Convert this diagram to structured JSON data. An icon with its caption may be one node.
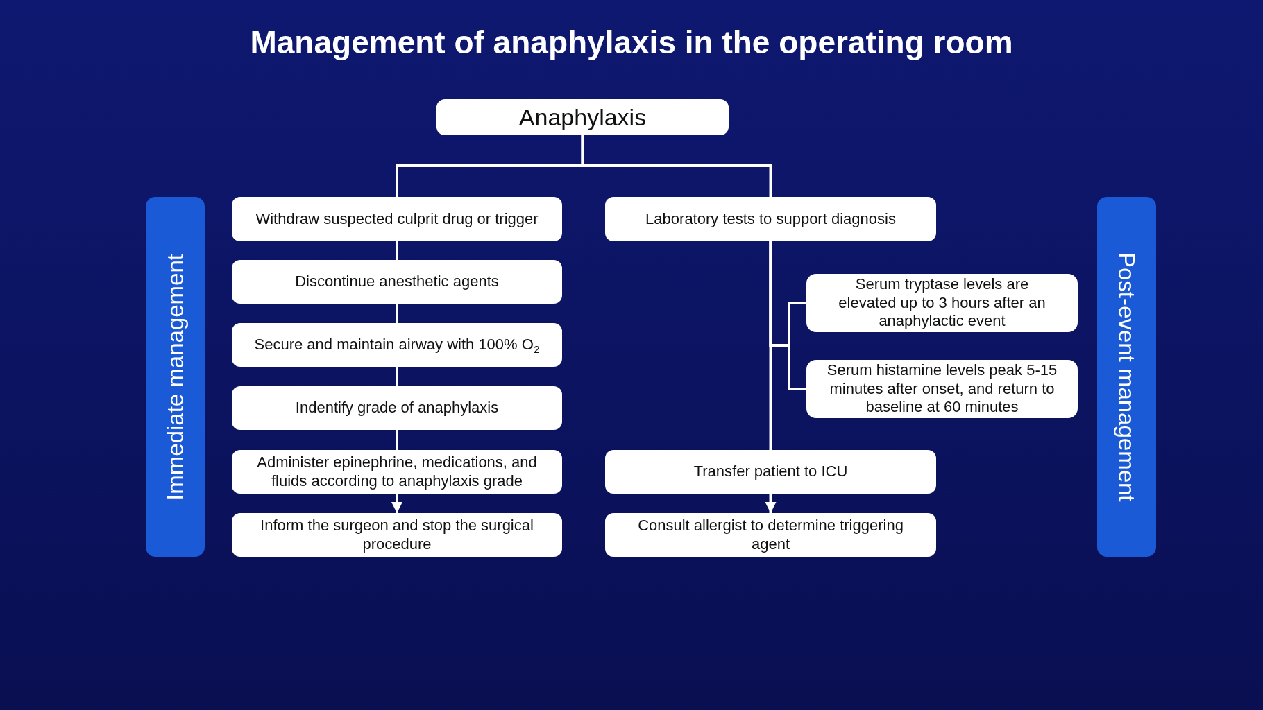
{
  "diagram": {
    "title": "Management of anaphylaxis in the operating room",
    "nodes": [
      {
        "text": [
          "Anaphylaxis"
        ]
      },
      {
        "text": [
          "Immediate management"
        ]
      },
      {
        "text": [
          "Withdraw suspected culprit drug or trigger"
        ]
      },
      {
        "text": [
          "Discontinue anesthetic agents"
        ]
      },
      {
        "text": [
          "Secure and maintain airway with 100% O$_{2}$"
        ]
      },
      {
        "text": [
          "Indentify grade of anaphylaxis"
        ]
      },
      {
        "text": [
          "Administer epinephrine, medications, and fluids according to anaphylaxis grade"
        ]
      },
      {
        "text": [
          "Inform the surgeon and stop the surgical procedure"
        ]
      },
      {
        "text": [
          "Laboratory tests to support diagnosis"
        ]
      },
      {
        "text": [
          "Serum tryptase levels are elevated up to 3 hours after an anaphylactic event"
        ]
      },
      {
        "text": [
          "Serum histamine levels peak 5-15 minutes after onset, and return to baseline at 60 minutes"
        ]
      },
      {
        "text": [
          "Transfer patient to ICU"
        ]
      },
      {
        "text": [
          "Consult allergist to determine triggering agent"
        ]
      },
      {
        "text": [
          "Post-event management"
        ]
      }
    ],
    "edges": [
      {
        "from": 0,
        "to": 2,
        "arrow": "none"
      },
      {
        "from": 0,
        "to": 8,
        "arrow": "none"
      },
      {
        "from": 2,
        "to": 3,
        "arrow": "none"
      },
      {
        "from": 3,
        "to": 4,
        "arrow": "none"
      },
      {
        "from": 4,
        "to": 5,
        "arrow": "none"
      },
      {
        "from": 5,
        "to": 6,
        "arrow": "none"
      },
      {
        "from": 6,
        "to": 7,
        "arrow": "to"
      },
      {
        "from": 8,
        "to": 9,
        "arrow": "none"
      },
      {
        "from": 8,
        "to": 10,
        "arrow": "none"
      },
      {
        "from": 8,
        "to": 11,
        "arrow": "none"
      },
      {
        "from": 11,
        "to": 12,
        "arrow": "to"
      }
    ]
  }
}
